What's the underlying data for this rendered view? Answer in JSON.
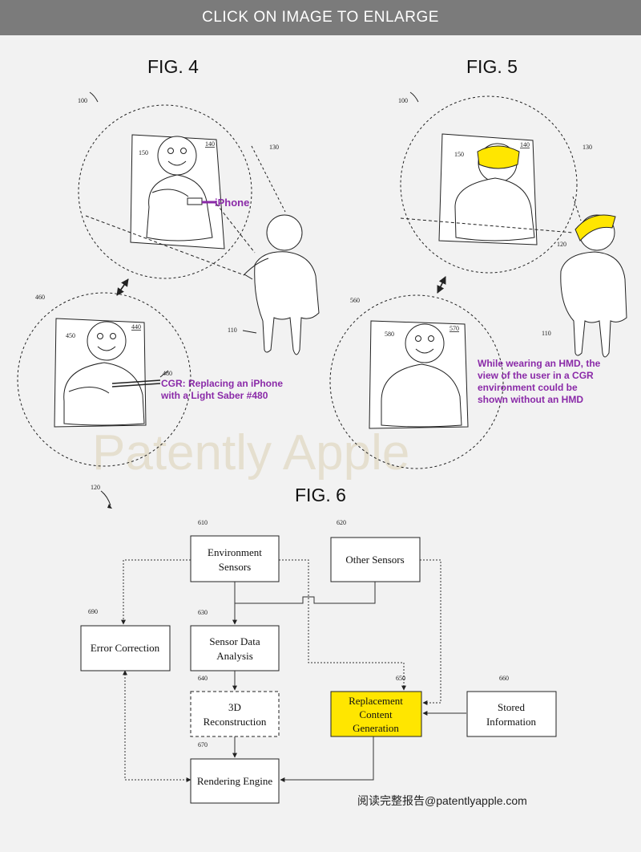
{
  "banner": {
    "label": "CLICK ON IMAGE TO ENLARGE"
  },
  "figures": {
    "fig4": "FIG. 4",
    "fig5": "FIG. 5",
    "fig6": "FIG. 6"
  },
  "watermark": "Patently Apple",
  "fig4_refs": {
    "r100": "100",
    "r130": "130",
    "r140": "140",
    "r150": "150",
    "r110": "110",
    "r460": "460",
    "r440": "440",
    "r450": "450",
    "r480": "480"
  },
  "fig4_callouts": {
    "iphone": "iPhone",
    "cgr_line1": "CGR: Replacing an iPhone",
    "cgr_line2": "with a Light Saber #480"
  },
  "fig5_refs": {
    "r100": "100",
    "r130": "130",
    "r140": "140",
    "r150": "150",
    "r120": "120",
    "r110": "110",
    "r560": "560",
    "r570": "570",
    "r580": "580"
  },
  "fig5_callouts": {
    "line1": "While wearing an HMD, the",
    "line2": "view of the user in a CGR",
    "line3": "environment could be",
    "line4": "shown without an HMD"
  },
  "fig6": {
    "ref120": "120",
    "boxes": {
      "env": {
        "ref": "610",
        "line1": "Environment",
        "line2": "Sensors"
      },
      "other": {
        "ref": "620",
        "line1": "Other Sensors"
      },
      "sda": {
        "ref": "630",
        "line1": "Sensor Data",
        "line2": "Analysis"
      },
      "recon": {
        "ref": "640",
        "line1": "3D",
        "line2": "Reconstruction"
      },
      "render": {
        "ref": "670",
        "line1": "Rendering Engine"
      },
      "error": {
        "ref": "690",
        "line1": "Error Correction"
      },
      "replace": {
        "ref": "650",
        "line1": "Replacement",
        "line2": "Content",
        "line3": "Generation"
      },
      "stored": {
        "ref": "660",
        "line1": "Stored",
        "line2": "Information"
      }
    },
    "colors": {
      "highlight": "#ffe600"
    }
  },
  "footer": "阅读完整报告@patentlyapple.com"
}
